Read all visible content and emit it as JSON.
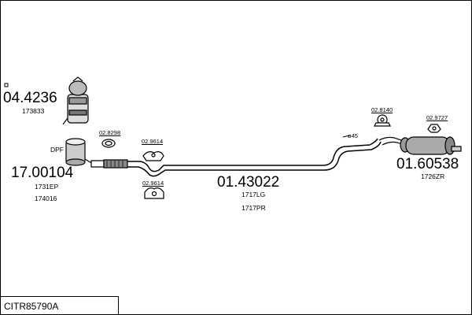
{
  "parts": {
    "front_cat": {
      "number": "04.4236",
      "ref": "173833"
    },
    "dpf": {
      "tag": "DPF",
      "number": "17.00104",
      "refs": [
        "1731EP",
        "174016"
      ]
    },
    "gasket_front": {
      "number": "02.8298"
    },
    "clamp_upper": {
      "number": "02.9614"
    },
    "clamp_lower": {
      "number": "02.9614"
    },
    "middle_pipe": {
      "number": "01.43022",
      "refs": [
        "1717LG",
        "1717PR"
      ]
    },
    "pipe_diameter": {
      "label": "ø45"
    },
    "rubber_mount": {
      "number": "02.8140"
    },
    "rear_clamp": {
      "number": "02.9727"
    },
    "rear_silencer": {
      "number": "01.60538",
      "ref": "1726ZR"
    }
  },
  "footer": {
    "code": "CITR85790A"
  }
}
